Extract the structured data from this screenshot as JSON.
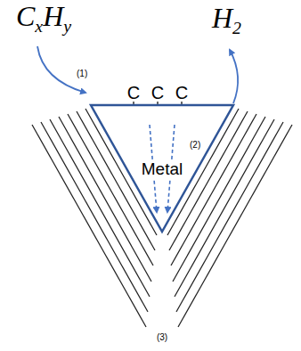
{
  "diagram": {
    "nodes": [
      {
        "text": [
          "Metal"
        ]
      }
    ],
    "labels": [
      "CxHy",
      "H2",
      "(1)",
      "C",
      "C",
      "C",
      "(2)",
      "(3)"
    ]
  }
}
